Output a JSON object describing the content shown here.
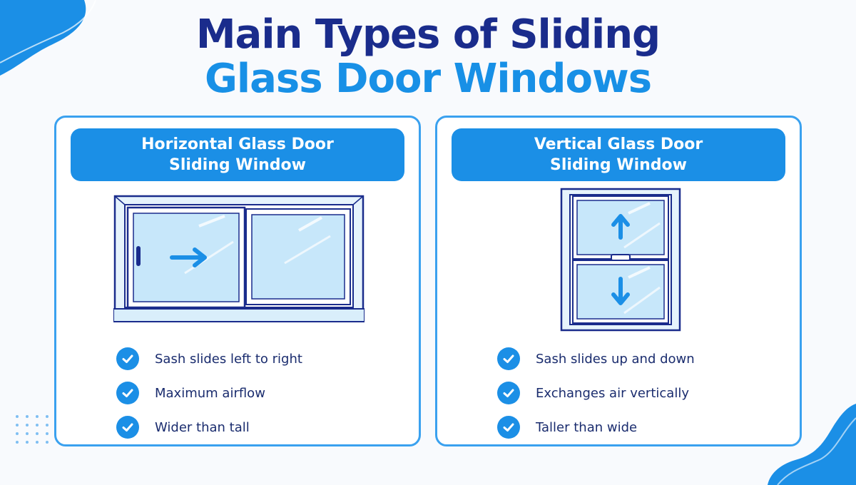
{
  "title": {
    "line1": "Main Types of Sliding",
    "line2": "Glass Door Windows"
  },
  "colors": {
    "navy": "#1a2c8c",
    "blue": "#1890e6",
    "border": "#3aa1ef",
    "glass": "#c7e7fa"
  },
  "cards": [
    {
      "header": "Horizontal Glass Door Sliding Window",
      "illustration": "horizontal-sliding-window-icon",
      "slide_direction": "right",
      "features": [
        "Sash slides left to right",
        "Maximum airflow",
        "Wider than tall"
      ]
    },
    {
      "header": "Vertical Glass Door Sliding Window",
      "illustration": "vertical-sliding-window-icon",
      "slide_direction": "up-down",
      "features": [
        "Sash slides up and down",
        "Exchanges air vertically",
        "Taller than wide"
      ]
    }
  ]
}
